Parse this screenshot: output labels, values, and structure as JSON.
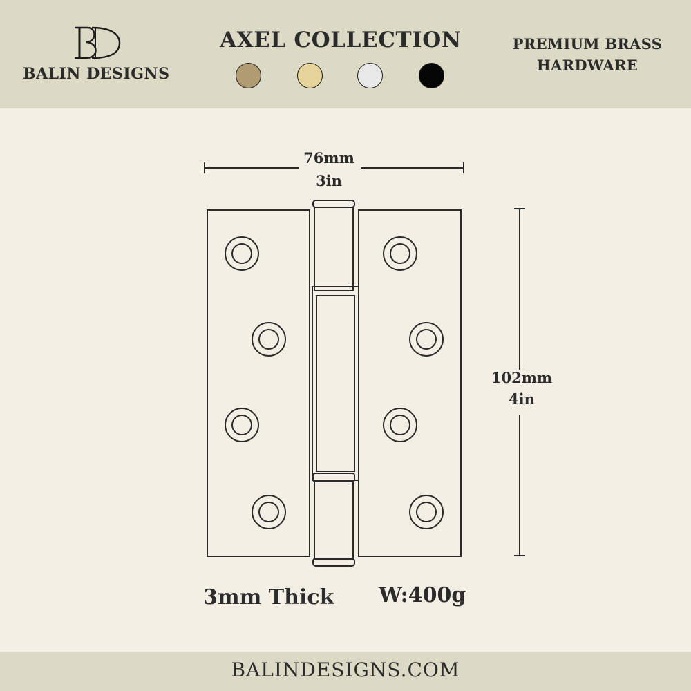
{
  "brand": {
    "name": "BALIN DESIGNS",
    "monogram": "BD"
  },
  "collection": {
    "title": "AXEL COLLECTION",
    "finishes": [
      {
        "icon": "finish-swatch",
        "color": "#b09b72"
      },
      {
        "icon": "finish-swatch",
        "color": "#e6d49a"
      },
      {
        "icon": "finish-swatch",
        "color": "#e9e9e9"
      },
      {
        "icon": "finish-swatch",
        "color": "#050505"
      }
    ]
  },
  "tagline": {
    "line1": "PREMIUM BRASS",
    "line2": "HARDWARE"
  },
  "dimensions": {
    "width_mm": "76mm",
    "width_in": "3in",
    "height_mm": "102mm",
    "height_in": "4in"
  },
  "specs": {
    "thickness": "3mm Thick",
    "weight": "W:400g"
  },
  "footer": {
    "website": "BALINDESIGNS.COM"
  },
  "colors": {
    "header_bg": "#dcdac5",
    "page_bg": "#f3efe5",
    "line": "#2a2a2a"
  }
}
